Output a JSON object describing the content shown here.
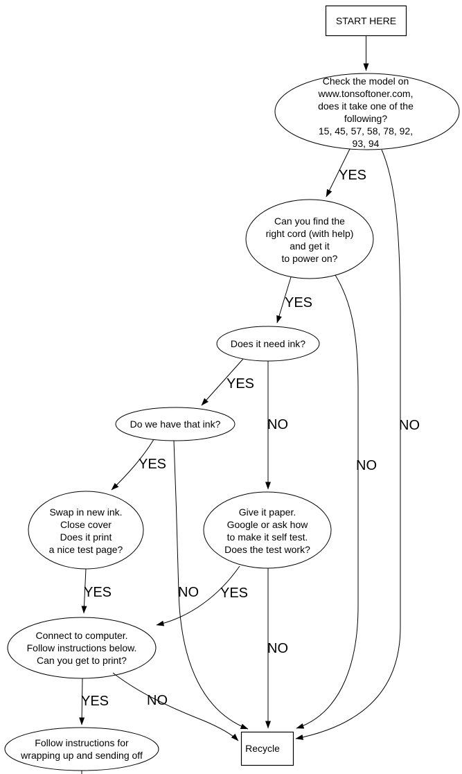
{
  "diagram": {
    "type": "flowchart",
    "colors": {
      "background": "#ffffff",
      "stroke": "#000000",
      "text": "#000000"
    },
    "nodes": {
      "start": {
        "shape": "box",
        "label": "START HERE"
      },
      "check_model": {
        "shape": "ellipse",
        "label": "Check the model on\nwww.tonsoftoner.com,\ndoes it take one of the following?\n15, 45, 57, 58, 78, 92, 93, 94"
      },
      "find_cord": {
        "shape": "ellipse",
        "label": "Can you find the\nright cord (with help)\nand get it\nto power on?"
      },
      "need_ink": {
        "shape": "ellipse",
        "label": "Does it need ink?"
      },
      "have_ink": {
        "shape": "ellipse",
        "label": "Do we have that ink?"
      },
      "swap_ink": {
        "shape": "ellipse",
        "label": "Swap in new ink.\nClose cover\nDoes it print\na nice test page?"
      },
      "self_test": {
        "shape": "ellipse",
        "label": "Give it paper.\nGoogle or ask how\nto make it self test.\nDoes the test work?"
      },
      "connect": {
        "shape": "ellipse",
        "label": "Connect to computer.\nFollow instructions below.\nCan you get to print?"
      },
      "wrap_up": {
        "shape": "ellipse",
        "label": "Follow instructions for\nwrapping up and sending off"
      },
      "recycle": {
        "shape": "box",
        "label": "Recycle"
      }
    },
    "edges": [
      {
        "from": "start",
        "to": "check_model",
        "label": ""
      },
      {
        "from": "check_model",
        "to": "find_cord",
        "label": "YES"
      },
      {
        "from": "check_model",
        "to": "recycle",
        "label": "NO"
      },
      {
        "from": "find_cord",
        "to": "need_ink",
        "label": "YES"
      },
      {
        "from": "find_cord",
        "to": "recycle",
        "label": "NO"
      },
      {
        "from": "need_ink",
        "to": "have_ink",
        "label": "YES"
      },
      {
        "from": "need_ink",
        "to": "self_test",
        "label": "NO"
      },
      {
        "from": "have_ink",
        "to": "swap_ink",
        "label": "YES"
      },
      {
        "from": "have_ink",
        "to": "recycle",
        "label": "NO"
      },
      {
        "from": "swap_ink",
        "to": "connect",
        "label": "YES"
      },
      {
        "from": "self_test",
        "to": "connect",
        "label": "YES"
      },
      {
        "from": "self_test",
        "to": "recycle",
        "label": "NO"
      },
      {
        "from": "connect",
        "to": "wrap_up",
        "label": "YES"
      },
      {
        "from": "connect",
        "to": "recycle",
        "label": "NO"
      }
    ]
  }
}
